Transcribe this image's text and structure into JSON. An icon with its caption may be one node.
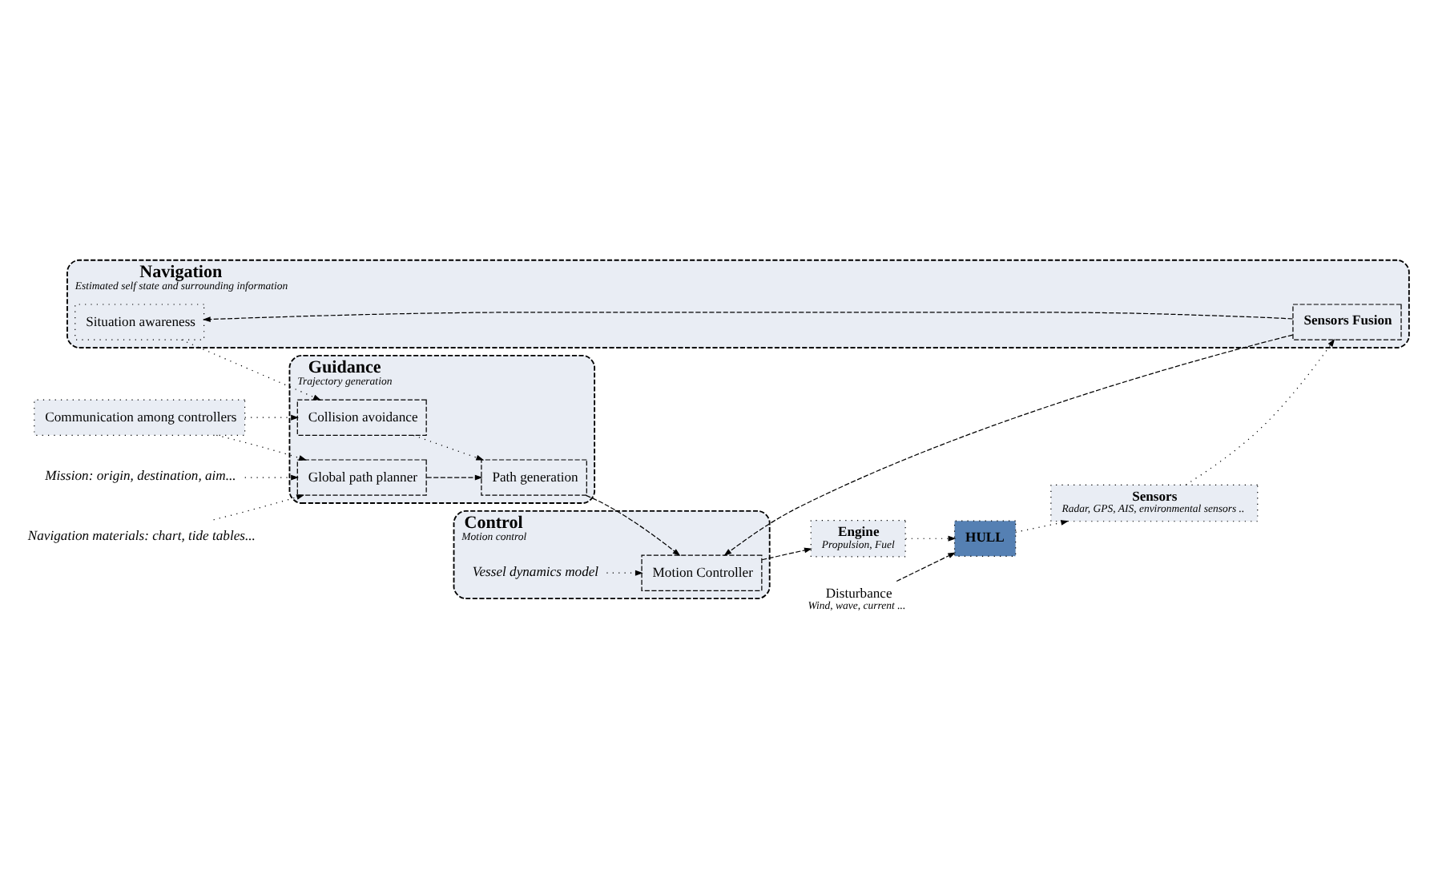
{
  "diagram": {
    "nodes": [
      {
        "text": [
          "Navigation",
          "Estimated self state and surrounding information"
        ]
      },
      {
        "text": [
          "Guidance",
          "Trajectory generation"
        ]
      },
      {
        "text": [
          "Control",
          "Motion control"
        ]
      },
      {
        "text": [
          "Communication among controllers"
        ]
      },
      {
        "text": [
          "Mission: origin, destination, aim..."
        ]
      },
      {
        "text": [
          "Navigation materials: chart, tide tables..."
        ]
      },
      {
        "text": [
          "Situation awareness"
        ],
        "in": 0
      },
      {
        "text": [
          "Sensors Fusion"
        ],
        "in": 0
      },
      {
        "text": [
          "Collision avoidance"
        ],
        "in": 1
      },
      {
        "text": [
          "Global path planner"
        ],
        "in": 1
      },
      {
        "text": [
          "Path generation"
        ],
        "in": 1
      },
      {
        "text": [
          "Vessel dynamics model"
        ],
        "in": 2
      },
      {
        "text": [
          "Motion Controller"
        ],
        "in": 2
      },
      {
        "text": [
          "Sensors",
          "Radar, GPS, AIS, environmental sensors .."
        ]
      },
      {
        "text": [
          "HULL"
        ]
      },
      {
        "text": [
          "Engine",
          "Propulsion, Fuel"
        ]
      },
      {
        "text": [
          "Disturbance",
          "Wind, wave, current ..."
        ]
      }
    ],
    "edges": [
      {
        "from": 3,
        "to": 8,
        "arrow": "to"
      },
      {
        "from": 3,
        "to": 9,
        "arrow": "to"
      },
      {
        "from": 4,
        "to": 9,
        "arrow": "to"
      },
      {
        "from": 5,
        "to": 9,
        "arrow": "to"
      },
      {
        "from": 6,
        "to": 8,
        "arrow": "to"
      },
      {
        "from": 8,
        "to": 10,
        "arrow": "to"
      },
      {
        "from": 9,
        "to": 10,
        "arrow": "to",
        "style": "dashed"
      },
      {
        "from": 10,
        "to": 12,
        "arrow": "to",
        "style": "dashed"
      },
      {
        "from": 11,
        "to": 12,
        "arrow": "to"
      },
      {
        "from": 7,
        "to": 6,
        "arrow": "to",
        "style": "dashed"
      },
      {
        "from": 7,
        "to": 12,
        "arrow": "to",
        "style": "dashed"
      },
      {
        "from": 12,
        "to": 15,
        "arrow": "to",
        "style": "dashed"
      },
      {
        "from": 15,
        "to": 14,
        "arrow": "to"
      },
      {
        "from": 14,
        "to": 13,
        "arrow": "to"
      },
      {
        "from": 13,
        "to": 7,
        "arrow": "to"
      },
      {
        "from": 16,
        "to": 14,
        "arrow": "to",
        "style": "dashed"
      }
    ]
  }
}
